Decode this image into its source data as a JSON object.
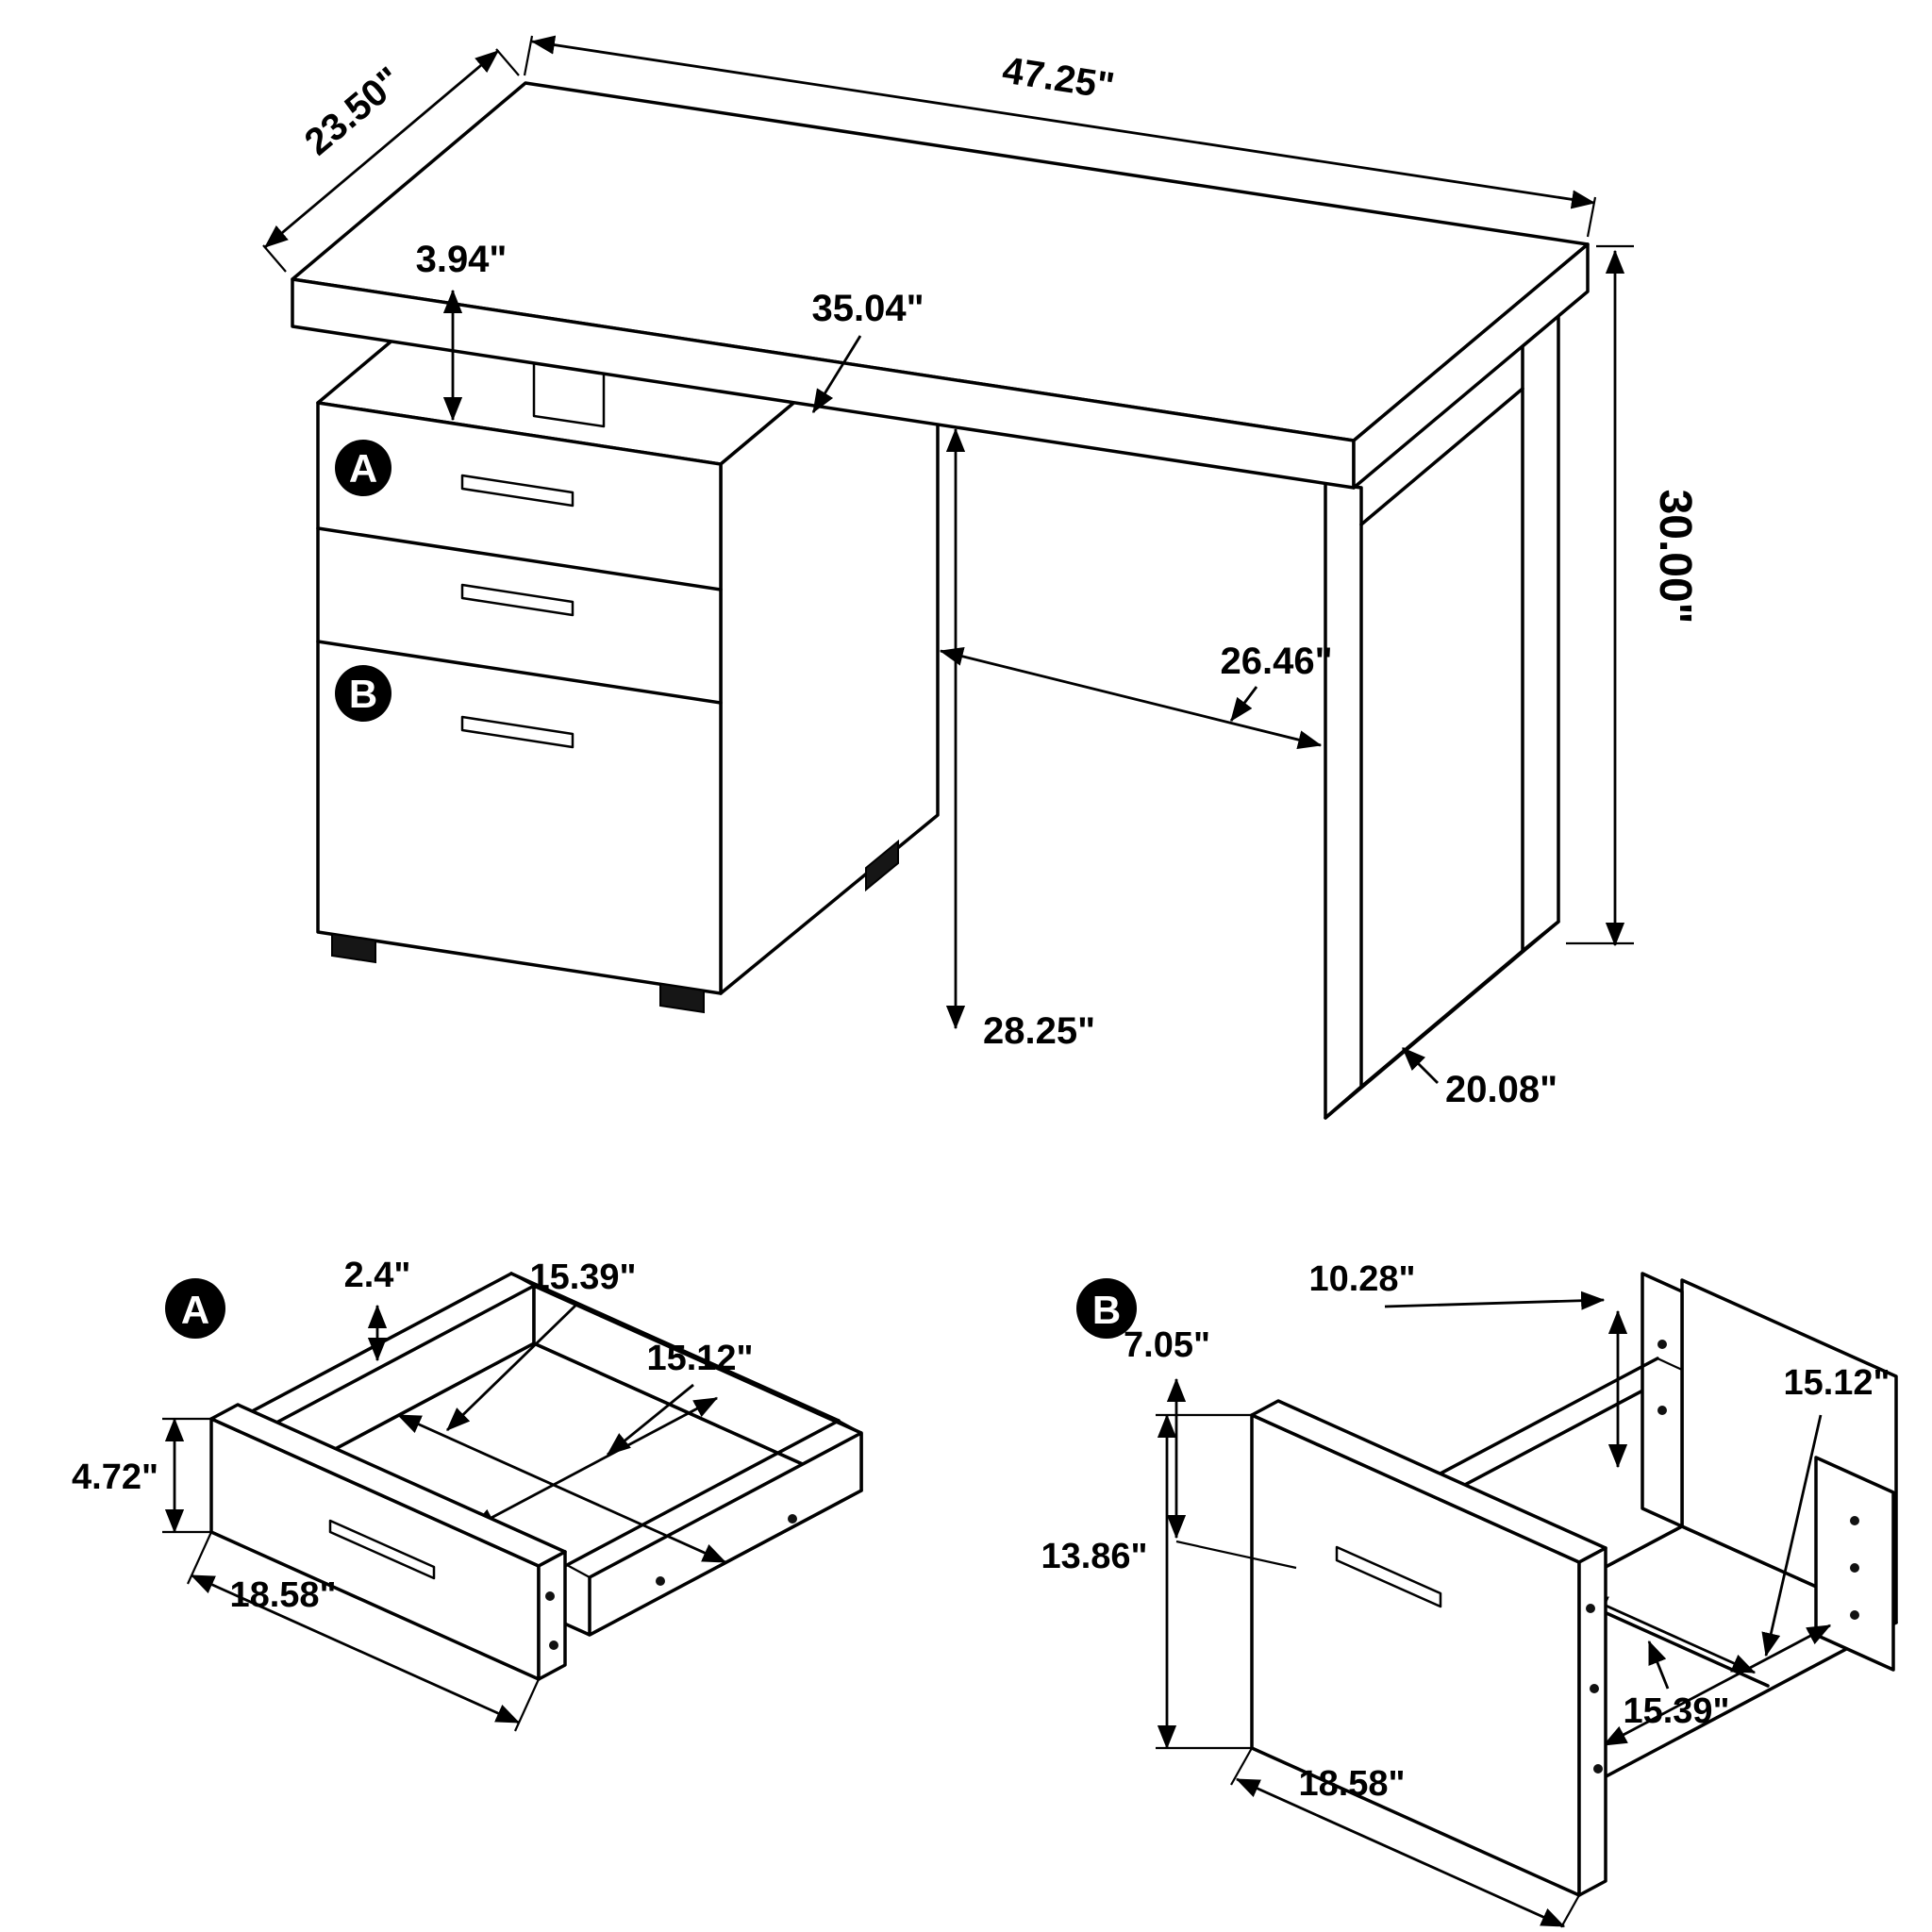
{
  "diagram": {
    "background": "#ffffff",
    "line_color": "#000000",
    "desk": {
      "marker_a": "A",
      "marker_b": "B",
      "dims": {
        "top_width": "47.25\"",
        "top_depth": "23.50\"",
        "top_to_cabinet_gap": "3.94\"",
        "underside_span": "35.04\"",
        "overall_height": "30.00\"",
        "knee_space_width": "26.46\"",
        "knee_space_height": "28.25\"",
        "leg_base_depth": "20.08\""
      }
    },
    "drawer_a": {
      "marker": "A",
      "dims": {
        "side_wall_height": "2.4\"",
        "interior_width": "15.39\"",
        "interior_depth": "15.12\"",
        "front_height": "4.72\"",
        "front_width": "18.58\""
      }
    },
    "drawer_b": {
      "marker": "B",
      "dims": {
        "back_height": "10.28\"",
        "side_wall_height": "7.05\"",
        "interior_depth": "15.12\"",
        "front_height": "13.86\"",
        "interior_width": "15.39\"",
        "front_width": "18.58\""
      }
    }
  }
}
